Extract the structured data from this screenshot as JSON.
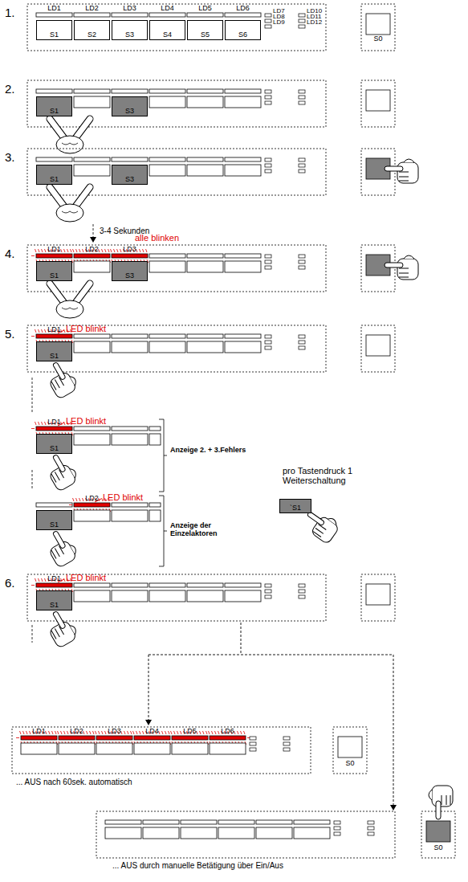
{
  "diagram": {
    "nodes": [
      {
        "text": [
          "S1"
        ]
      },
      {
        "text": [
          "S2"
        ]
      },
      {
        "text": [
          "S3"
        ]
      },
      {
        "text": [
          "S4"
        ]
      },
      {
        "text": [
          "S5"
        ]
      },
      {
        "text": [
          "S6"
        ]
      },
      {
        "text": [
          "S1"
        ]
      },
      {
        "text": [
          "S3"
        ]
      },
      {
        "text": [
          "S1"
        ]
      },
      {
        "text": [
          "S3"
        ]
      },
      {
        "text": [
          "S1"
        ]
      },
      {
        "text": [
          "S3"
        ]
      },
      {
        "text": [
          "S1"
        ]
      },
      {
        "text": [
          "S1"
        ]
      },
      {
        "text": [
          "S1"
        ]
      },
      {
        "text": [
          "`S1"
        ]
      },
      {
        "text": [
          "S1"
        ]
      }
    ],
    "labels": [
      "1.",
      "LD1",
      "LD2",
      "LD3",
      "LD4",
      "LD5",
      "LD6",
      "LD7",
      "LD10",
      "LD8",
      "LD11",
      "LD9",
      "LD12",
      "S0",
      "2.",
      "3.",
      "3-4 Sekunden",
      "4.",
      "LD1",
      "LD2",
      "LD3",
      "alle blinken",
      "5.",
      "LD1",
      "LED blinkt",
      "LD1",
      "LED blinkt",
      "Anzeige 2. + 3.Fehlers",
      "pro Tastendruck 1 Weiterschaltung",
      "LD2",
      "LED blinkt",
      "Anzeige der Einzelaktoren",
      "6.",
      "LD1",
      "LED blinkt",
      "LD1",
      "LD2",
      "LD3",
      "LD4",
      "LD5",
      "LD6",
      "S0",
      "... AUS nach 60sek. automatisch",
      "S0",
      "... AUS durch manuelle Betätigung über Ein/Aus"
    ]
  }
}
